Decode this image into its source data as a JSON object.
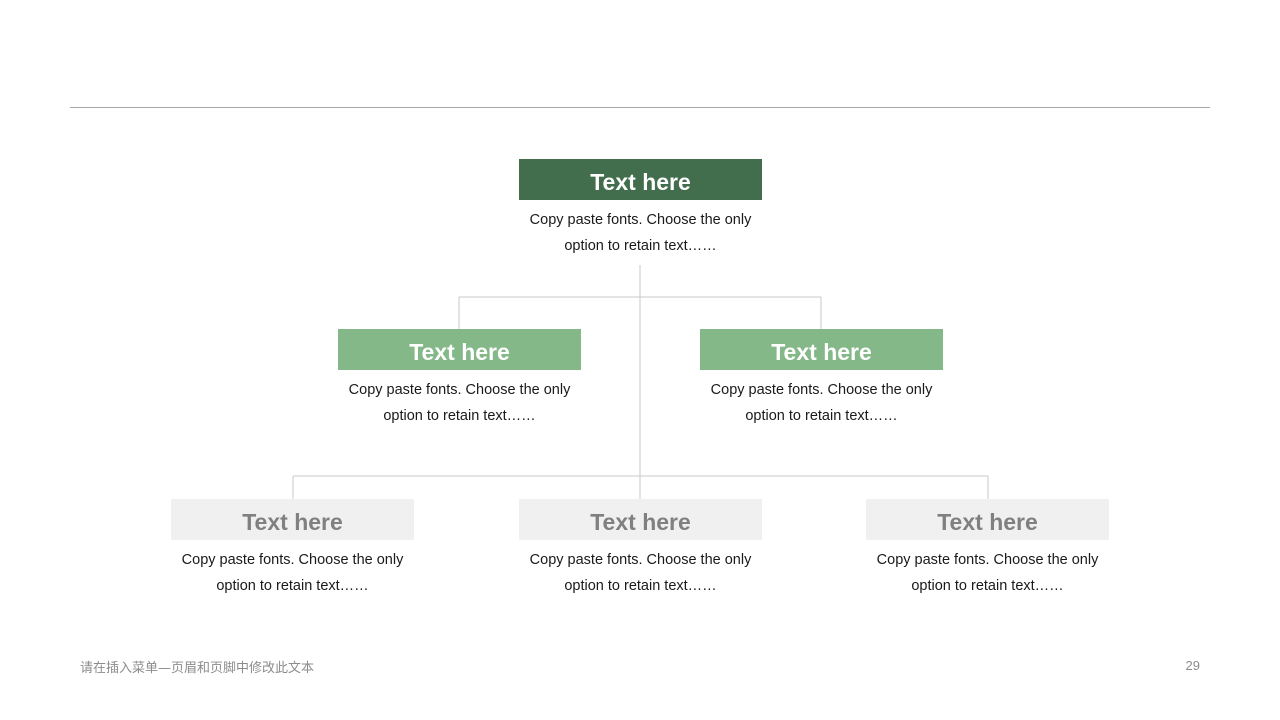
{
  "org_chart": {
    "root": {
      "title": "Text here",
      "desc_line1": "Copy paste fonts. Choose the only",
      "desc_line2": "option to retain text……"
    },
    "level1": [
      {
        "title": "Text here",
        "desc_line1": "Copy paste fonts. Choose the only",
        "desc_line2": "option to retain text……"
      },
      {
        "title": "Text here",
        "desc_line1": "Copy paste fonts. Choose the only",
        "desc_line2": "option to retain text……"
      }
    ],
    "level2": [
      {
        "title": "Text here",
        "desc_line1": "Copy paste fonts. Choose the only",
        "desc_line2": "option to retain text……"
      },
      {
        "title": "Text here",
        "desc_line1": "Copy paste fonts. Choose the only",
        "desc_line2": "option to retain text……"
      },
      {
        "title": "Text here",
        "desc_line1": "Copy paste fonts. Choose the only",
        "desc_line2": "option to retain text……"
      }
    ]
  },
  "colors": {
    "root_box": "#426e4e",
    "level1_box": "#84b889",
    "level2_box": "#f0f0f0",
    "level2_text": "#808080",
    "connector": "#c8c8c8"
  },
  "footer": {
    "text": "请在插入菜单—页眉和页脚中修改此文本",
    "page_number": "29"
  }
}
